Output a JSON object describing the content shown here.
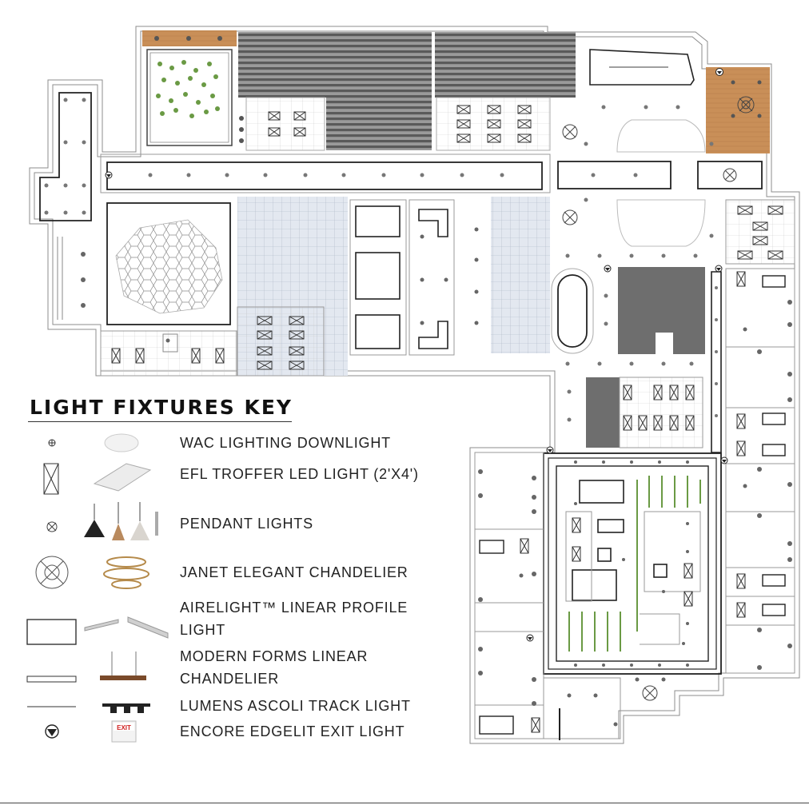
{
  "key": {
    "title": "LIGHT FIXTURES KEY",
    "items": [
      {
        "label": "WAC LIGHTING DOWNLIGHT",
        "icon": "downlight-icon"
      },
      {
        "label": "EFL TROFFER LED LIGHT (2'X4')",
        "icon": "troffer-icon"
      },
      {
        "label": "PENDANT LIGHTS",
        "icon": "pendant-icon"
      },
      {
        "label": "JANET ELEGANT CHANDELIER",
        "icon": "chandelier-icon"
      },
      {
        "label": "AIRELIGHT™ LINEAR PROFILE",
        "label2": "LIGHT",
        "icon": "linear-profile-icon"
      },
      {
        "label": "MODERN FORMS LINEAR",
        "label2": "CHANDELIER",
        "icon": "linear-chandelier-icon"
      },
      {
        "label": "LUMENS ASCOLI TRACK LIGHT",
        "icon": "track-light-icon"
      },
      {
        "label": "ENCORE EDGELIT EXIT LIGHT",
        "icon": "exit-light-icon"
      }
    ]
  },
  "exit_sign": "EXIT",
  "colors": {
    "wood": "#c8905a",
    "dark_fill": "#6e6e6e",
    "grid_blue": "#dfe5ee",
    "plant": "#5e8a3c",
    "line": "#555555"
  }
}
